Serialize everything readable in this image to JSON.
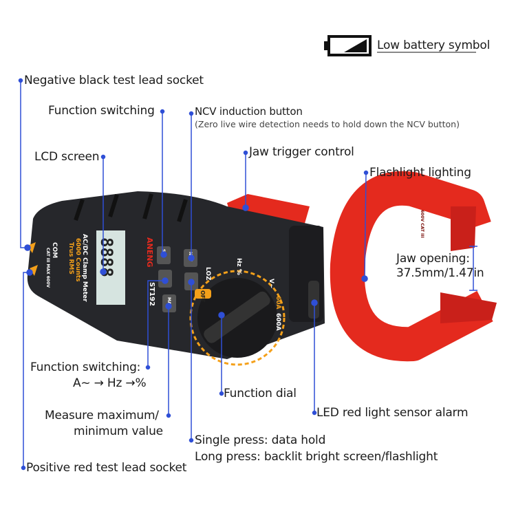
{
  "colors": {
    "leader_line": "#2f4fd6",
    "body": "#26272b",
    "clamp": "#e42a1e",
    "lcd": "#d6e4e0",
    "accent": "#f4a01a"
  },
  "battery": {
    "icon": "low-battery-icon",
    "label": "Low battery symbol"
  },
  "callouts": {
    "negative_socket": "Negative black test lead socket",
    "function_switching": "Function switching",
    "ncv_button": "NCV induction button",
    "ncv_note": "(Zero live wire detection needs to hold down the NCV button)",
    "lcd_screen": "LCD screen",
    "jaw_trigger": "Jaw trigger control",
    "flashlight": "Flashlight lighting",
    "jaw_opening_title": "Jaw opening:",
    "jaw_opening_value": "37.5mm/1.47in",
    "function_switching2_title": "Function switching:",
    "function_switching2_value": "A~ → Hz →%",
    "max_min_line1": "Measure maximum/",
    "max_min_line2": "minimum value",
    "function_dial": "Function dial",
    "led_alarm": "LED red light sensor alarm",
    "hold_line1": "Single press: data hold",
    "hold_line2": "Long press: backlit bright screen/flashlight",
    "positive_socket": "Positive red test lead socket"
  },
  "device": {
    "brand": "ANENG",
    "model": "ST192",
    "title": "AC/DC Clamp Meter",
    "counts": "6000 Counts",
    "rms": "Trus RMS",
    "com": "COM",
    "cat": "CAT III MAX 600V",
    "sel": "SEL",
    "ncv": "NCV",
    "max": "MAX",
    "loz": "LOZ",
    "off": "OFF",
    "hz": "Hz %",
    "v": "V~",
    "a60": "60A",
    "a600": "600A",
    "lcd_digits": "8888",
    "jaw_rating": "600V CAT III"
  }
}
